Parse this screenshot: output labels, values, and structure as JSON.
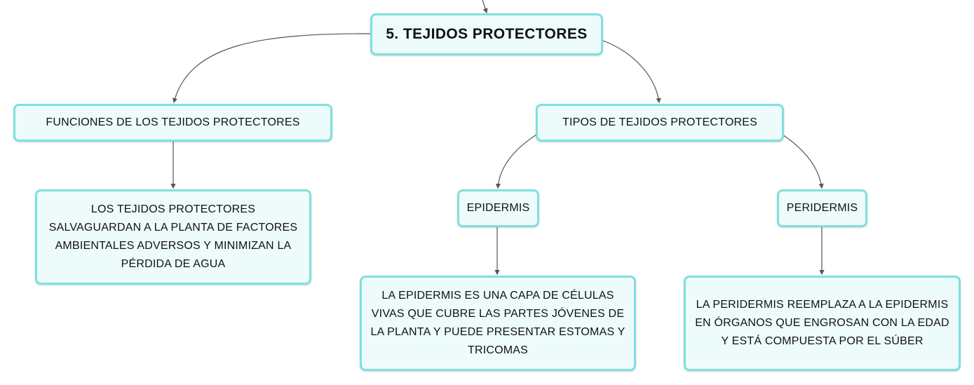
{
  "nodes": {
    "root": "5. TEJIDOS PROTECTORES",
    "funciones": "FUNCIONES DE LOS TEJIDOS PROTECTORES",
    "funciones_desc": "LOS TEJIDOS PROTECTORES SALVAGUARDAN A LA PLANTA DE FACTORES AMBIENTALES ADVERSOS Y MINIMIZAN LA PÉRDIDA DE AGUA",
    "tipos": "TIPOS DE TEJIDOS PROTECTORES",
    "epidermis": "EPIDERMIS",
    "epidermis_desc": "LA EPIDERMIS ES UNA CAPA DE CÉLULAS VIVAS QUE CUBRE LAS PARTES JÓVENES DE LA PLANTA Y PUEDE PRESENTAR ESTOMAS Y TRICOMAS",
    "peridermis": "PERIDERMIS",
    "peridermis_desc": "LA PERIDERMIS REEMPLAZA A LA EPIDERMIS EN ÓRGANOS QUE ENGROSAN CON LA EDAD Y ESTÁ COMPUESTA POR EL SÚBER"
  },
  "colors": {
    "node_border": "#7fe0e0",
    "node_fill": "#eefbfb",
    "connector": "#555555"
  }
}
